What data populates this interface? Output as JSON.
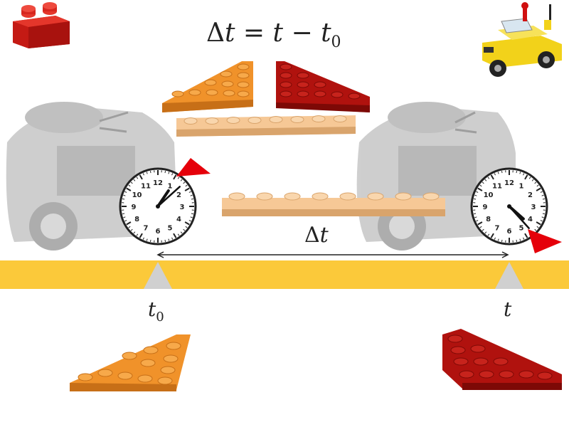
{
  "formula": {
    "delta": "Δ",
    "t": "t",
    "equals": " = ",
    "minus": " − ",
    "t0_base": "t",
    "t0_sub": "0"
  },
  "interval_label": {
    "delta": "Δ",
    "t": "t"
  },
  "markers": {
    "start": {
      "base": "t",
      "sub": "0"
    },
    "end": {
      "base": "t"
    }
  },
  "clocks": {
    "start": {
      "hour": 1,
      "minute": 8,
      "numerals": [
        "12",
        "1",
        "2",
        "3",
        "4",
        "5",
        "6",
        "7",
        "8",
        "9",
        "10",
        "11"
      ]
    },
    "end": {
      "hour": 4,
      "minute": 23,
      "numerals": [
        "12",
        "1",
        "2",
        "3",
        "4",
        "5",
        "6",
        "7",
        "8",
        "9",
        "10",
        "11"
      ]
    }
  },
  "colors": {
    "axis": "#fbc93a",
    "brick_red": "#d7261e",
    "plate_orange": "#f0922a",
    "plate_darkred": "#b0120e",
    "plate_tan": "#f6c896",
    "car_gray": "#cfcfcf",
    "flag_red": "#e5000a",
    "marker_gray": "#d0d0d0"
  },
  "icons": [
    "lego-brick-icon",
    "lego-car-icon",
    "clock-icon",
    "flag-icon"
  ]
}
